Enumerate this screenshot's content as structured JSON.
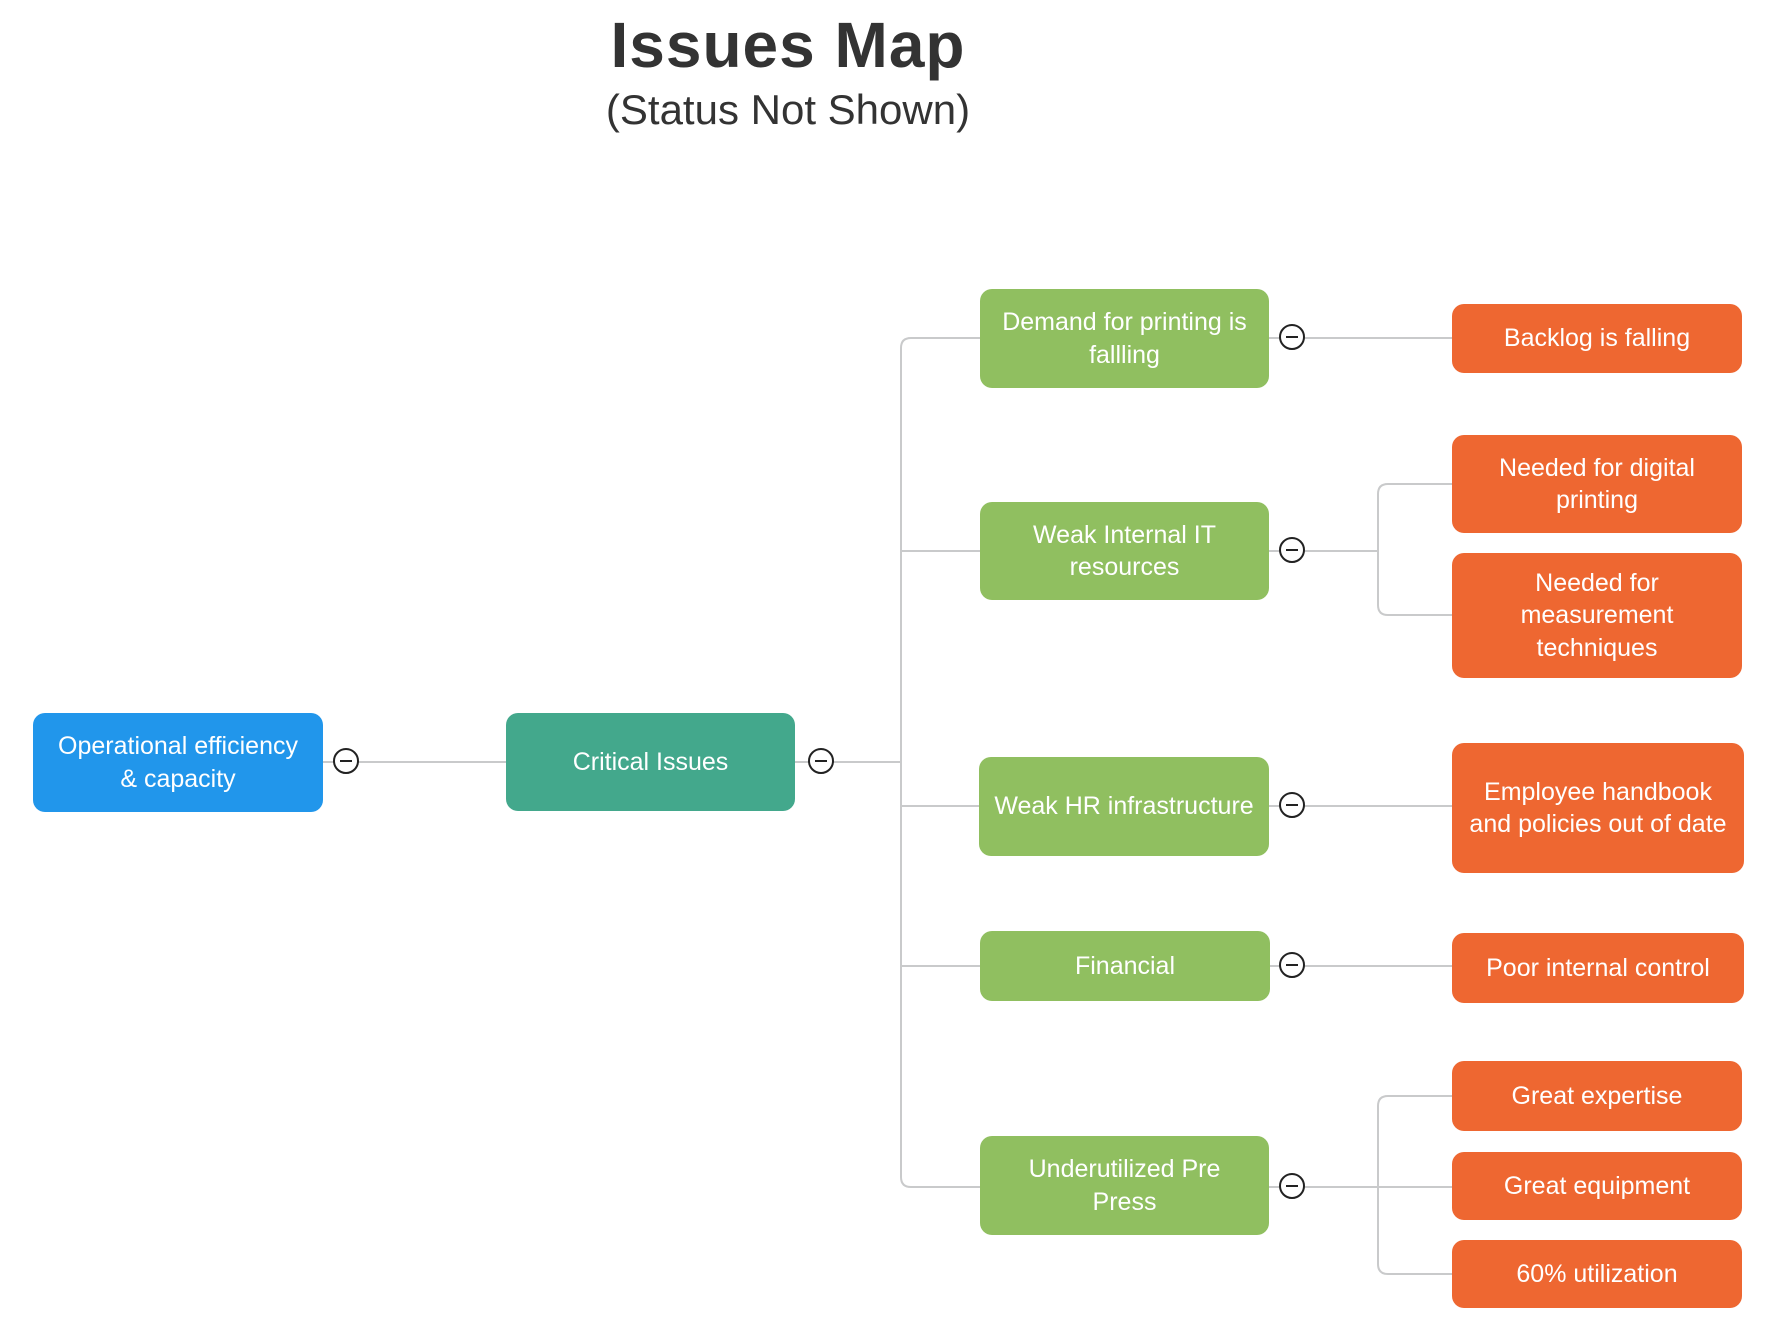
{
  "title": {
    "main": "Issues Map",
    "subtitle": "(Status Not Shown)"
  },
  "colors": {
    "root": "#2196EB",
    "hub": "#43A88C",
    "branch": "#90BF60",
    "leaf": "#EE6731",
    "connector": "#C9CACB",
    "title_text": "#333333",
    "node_text": "#FFFFFF"
  },
  "icons": {
    "collapse": "minus-in-circle"
  },
  "map": {
    "root": {
      "label": "Operational efficiency & capacity"
    },
    "hub": {
      "label": "Critical Issues"
    },
    "branches": [
      {
        "label": "Demand for printing is fallling",
        "children": [
          {
            "label": "Backlog is falling"
          }
        ]
      },
      {
        "label": "Weak Internal IT resources",
        "children": [
          {
            "label": "Needed for digital printing"
          },
          {
            "label": "Needed for measurement techniques"
          }
        ]
      },
      {
        "label": "Weak HR infrastructure",
        "children": [
          {
            "label": "Employee handbook and policies out of date"
          }
        ]
      },
      {
        "label": "Financial",
        "children": [
          {
            "label": "Poor internal control"
          }
        ]
      },
      {
        "label": "Underutilized Pre Press",
        "children": [
          {
            "label": "Great expertise"
          },
          {
            "label": "Great equipment"
          },
          {
            "label": "60% utilization"
          }
        ]
      }
    ]
  }
}
